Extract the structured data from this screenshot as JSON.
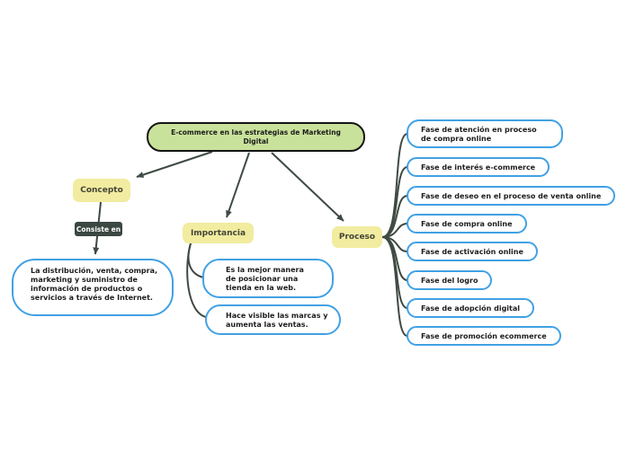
{
  "root": {
    "label": "E-commerce en las estrategias de Marketing Digital"
  },
  "branches": {
    "concepto": {
      "label": "Concepto",
      "relation_label": "Consiste en",
      "description": "La distribución, venta, compra, marketing y suministro de información de productos o servicios a través de Internet."
    },
    "importancia": {
      "label": "Importancia",
      "points": [
        "Es la mejor manera de posicionar una tienda en la web.",
        "Hace visible las marcas y aumenta las ventas."
      ]
    },
    "proceso": {
      "label": "Proceso",
      "phases": [
        "Fase de atención en proceso de compra online",
        "Fase de interés e-commerce",
        "Fase de deseo en el proceso de venta online",
        "Fase de compra online",
        "Fase de activación online",
        "Fase del logro",
        "Fase de adopción digital",
        "Fase de promoción ecommerce"
      ]
    }
  },
  "colors": {
    "root_fill": "#c9e29b",
    "root_border": "#141414",
    "topic_fill": "#f1ec9f",
    "relation_fill": "#3b4741",
    "detail_border": "#41a1e4",
    "connector": "#3e4a42",
    "background": "#ffffff"
  }
}
